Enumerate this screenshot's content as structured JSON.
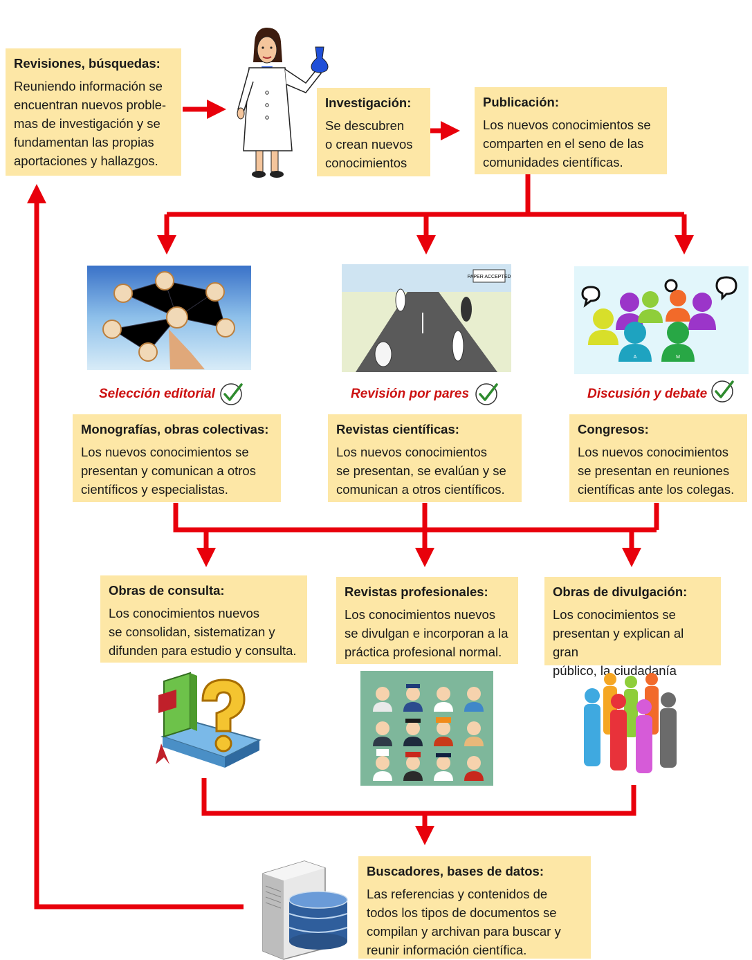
{
  "nodes": {
    "revisiones": {
      "title": "Revisiones, búsquedas",
      "lines": [
        "Reuniendo información se",
        "encuentran nuevos proble-",
        "mas de investigación y se",
        "fundamentan las propias",
        "aportaciones y hallazgos."
      ]
    },
    "investigacion": {
      "title": "Investigación",
      "lines": [
        "Se descubren",
        "o crean nuevos",
        "conocimientos"
      ]
    },
    "publicacion": {
      "title": "Publicación",
      "lines": [
        "Los nuevos conocimientos se",
        "comparten en el seno de las",
        "comunidades científicas."
      ]
    },
    "monografias": {
      "title": "Monografías, obras colectivas",
      "lines": [
        "Los nuevos conocimientos se",
        "presentan y comunican a otros",
        "científicos y especialistas."
      ]
    },
    "revistas_cientificas": {
      "title": "Revistas científicas",
      "lines": [
        "Los nuevos conocimientos",
        "se presentan, se evalúan y se",
        "comunican a otros científicos."
      ]
    },
    "congresos": {
      "title": "Congresos",
      "lines": [
        "Los nuevos conocimientos",
        "se presentan en reuniones",
        "científicas ante los colegas."
      ]
    },
    "obras_consulta": {
      "title": "Obras de consulta",
      "lines": [
        "Los conocimientos nuevos",
        "se consolidan, sistematizan y",
        "difunden para estudio y consulta."
      ]
    },
    "revistas_profesionales": {
      "title": "Revistas profesionales",
      "lines": [
        "Los conocimientos nuevos",
        "se divulgan e incorporan a la",
        "práctica profesional normal."
      ]
    },
    "obras_divulgacion": {
      "title": "Obras de divulgación",
      "lines": [
        "Los conocimientos se",
        "presentan y explican al gran",
        "público, la ciudadanía"
      ]
    },
    "buscadores": {
      "title": "Buscadores, bases de datos",
      "lines": [
        "Las referencias y contenidos de",
        "todos los tipos de documentos se",
        "compilan y archivan para buscar y",
        "reunir información científica."
      ]
    }
  },
  "labels": {
    "seleccion": "Selección editorial",
    "revision": "Revisión por pares",
    "discusion": "Discusión y debate"
  },
  "paper_sign": "PAPER ACCEPTED",
  "bubble_letters": [
    "A",
    "M"
  ],
  "colors": {
    "arrow": "#e8000b",
    "box": "#fde7a6",
    "label": "#cc1111",
    "check": "#2e8b2e"
  }
}
